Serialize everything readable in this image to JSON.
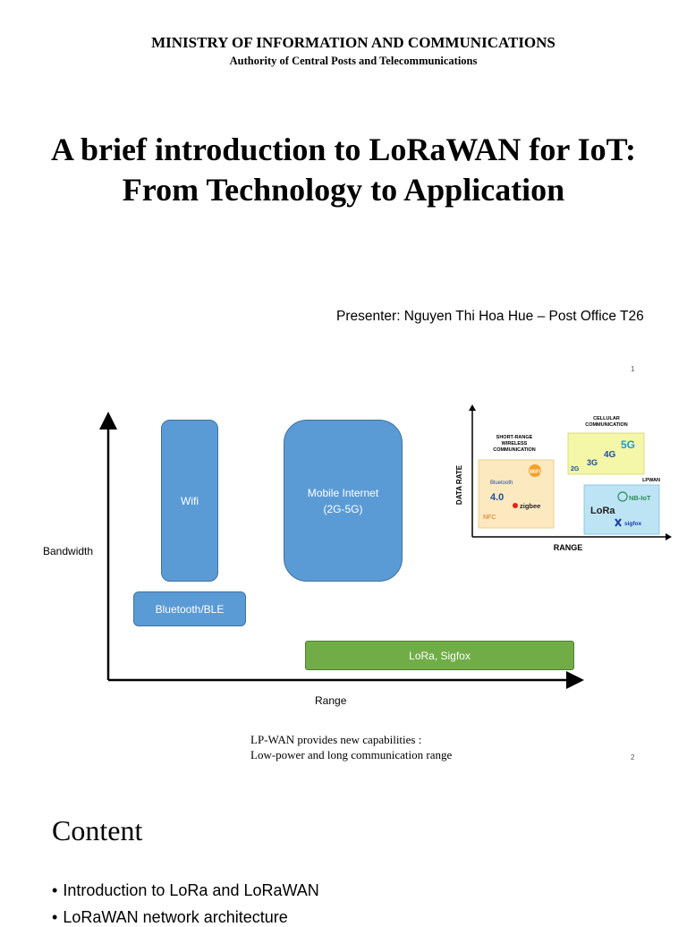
{
  "header": {
    "ministry": "MINISTRY OF INFORMATION AND COMMUNICATIONS",
    "authority": "Authority of Central Posts and Telecommunications"
  },
  "title": {
    "line1": "A brief introduction to LoRaWAN for IoT:",
    "line2": "From Technology to Application"
  },
  "presenter": "Presenter: Nguyen Thi Hoa Hue – Post Office T26",
  "slide1_page": "1",
  "slide2": {
    "ylabel": "Bandwidth",
    "xlabel": "Range",
    "boxes": {
      "wifi": "Wifi",
      "mobile_line1": "Mobile Internet",
      "mobile_line2": "(2G-5G)",
      "bluetooth": "Bluetooth/BLE",
      "lora": "LoRa, Sigfox"
    },
    "caption_line1": "LP-WAN provides new capabilities :",
    "caption_line2": "Low-power and long communication range",
    "page": "2",
    "inset": {
      "ylabel": "DATA RATE",
      "xlabel": "RANGE",
      "short_range_1": "SHORT-RANGE",
      "short_range_2": "WIRELESS",
      "short_range_3": "COMMUNICATION",
      "cellular_1": "CELLULAR",
      "cellular_2": "COMMUNICATION",
      "lpwan": "LPWAN",
      "bluetooth": "Bluetooth",
      "bt_version": "4.0",
      "wifi": "WiFi",
      "zigbee": "zigbee",
      "nfc": "NFC",
      "g2": "2G",
      "g3": "3G",
      "g4": "4G",
      "g5": "5G",
      "nbiot": "NB-IoT",
      "lora": "LoRa",
      "sigfox": "sigfox",
      "colors": {
        "short_range_box": "#fde9c0",
        "cellular_box": "#f4f6a8",
        "lpwan_box": "#bde4f4"
      }
    }
  },
  "slide3": {
    "heading": "Content",
    "bullets": [
      "Introduction to LoRa and LoRaWAN",
      "LoRaWAN network architecture"
    ]
  },
  "colors": {
    "box_blue": "#5b9bd5",
    "box_green": "#70ad47"
  }
}
